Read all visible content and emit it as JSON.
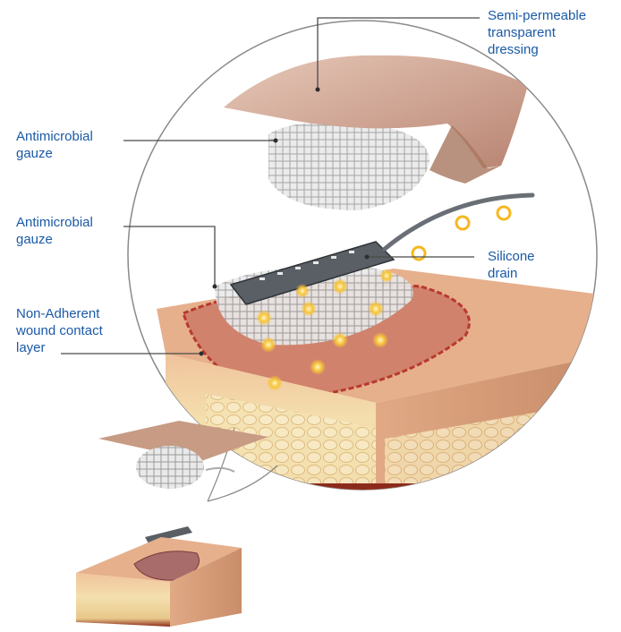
{
  "labels": {
    "dressing": "Semi-permeable\ntransparent\ndressing",
    "gauze_top": "Antimicrobial\ngauze",
    "gauze_mid": "Antimicrobial\ngauze",
    "drain": "Silicone\ndrain",
    "contact_layer": "Non-Adherent\nwound contact\nlayer"
  },
  "colors": {
    "label_text": "#1a5aa6",
    "leader_line": "#4a4a4a",
    "skin_surface": "#e8b08a",
    "wound_bed": "#c86a5a",
    "fat_layer": "#f3dfa0",
    "dressing_film": "#c99a86",
    "gauze": "#d9d9d9",
    "drain_tube": "#5a5f66",
    "exudate_glow": "#f5b81f"
  }
}
